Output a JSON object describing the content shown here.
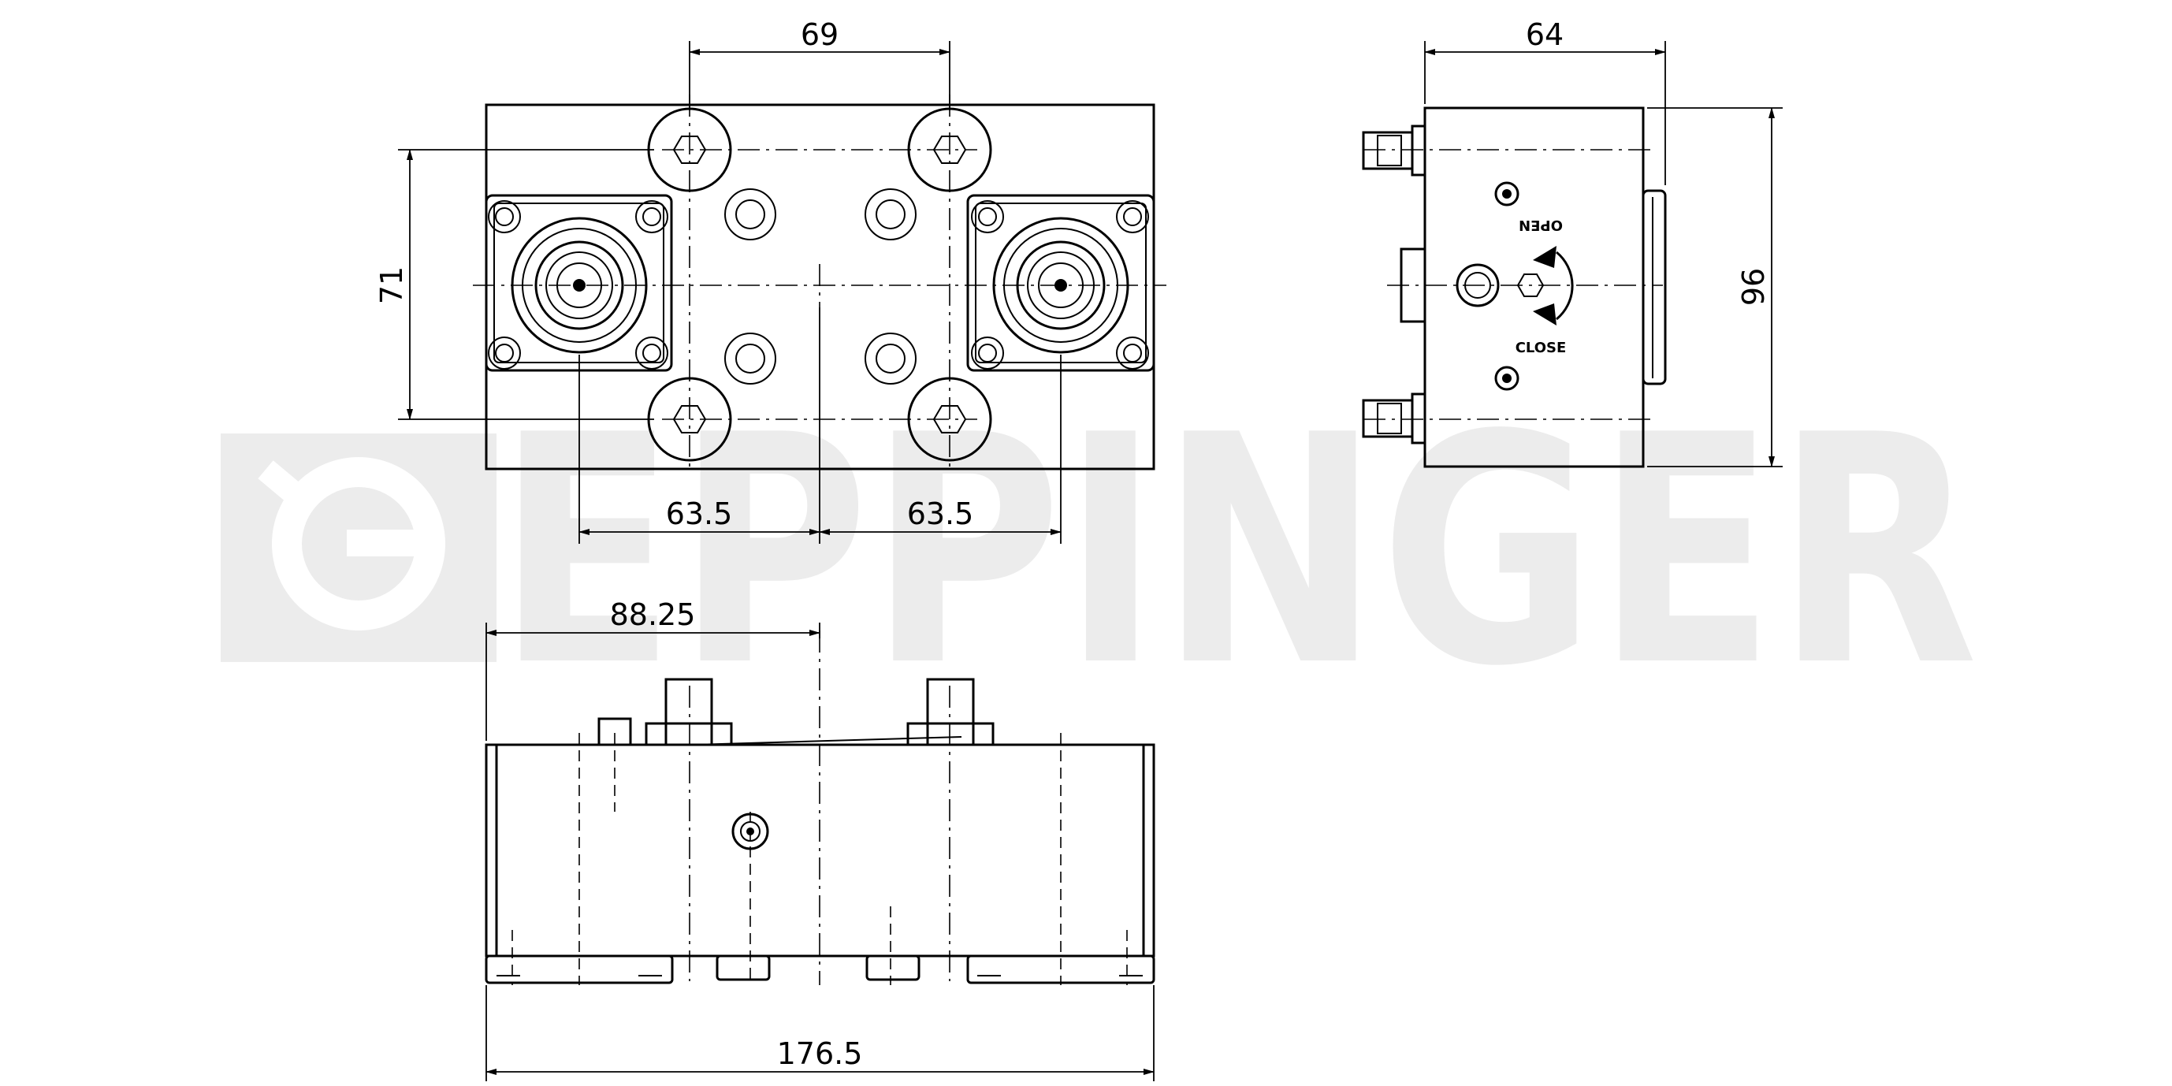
{
  "watermark": {
    "brand": "EPPINGER"
  },
  "dimensions": {
    "top_spacing": "69",
    "top_height": "71",
    "top_left_offset": "63.5",
    "top_right_offset": "63.5",
    "side_width": "64",
    "side_height": "96",
    "front_offset": "88.25",
    "front_total_width": "176.5"
  },
  "labels": {
    "open": "OPEN",
    "close": "CLOSE"
  }
}
